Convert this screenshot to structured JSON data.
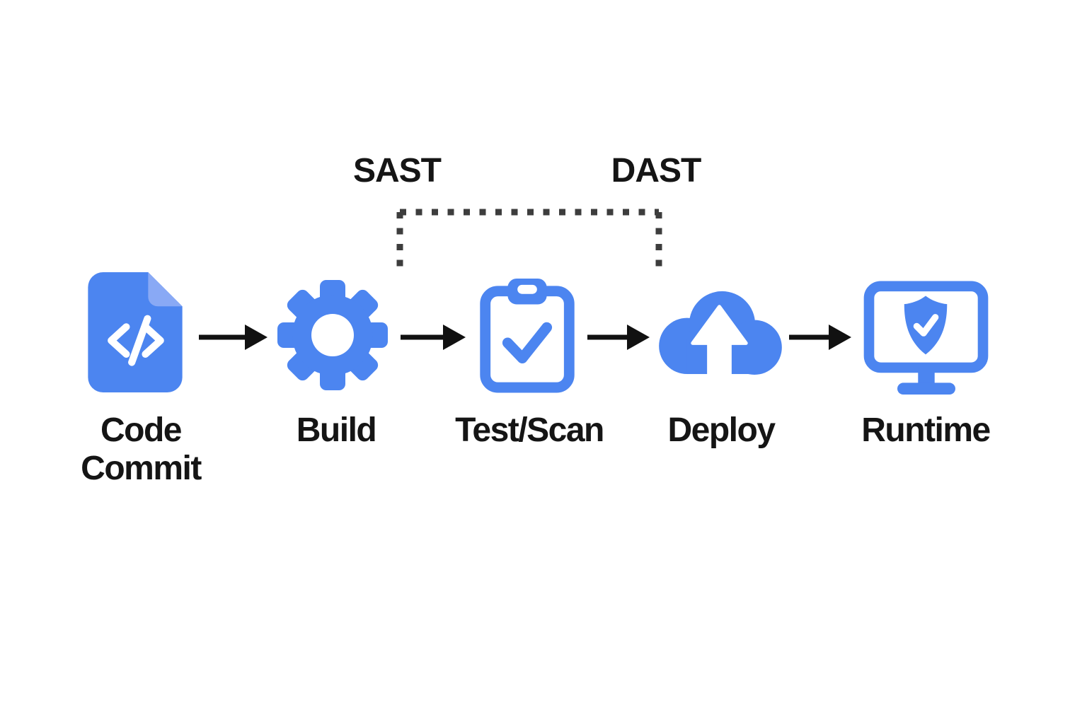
{
  "diagram": {
    "stages": [
      {
        "label": "Code Commit",
        "icon": "code-file-icon"
      },
      {
        "label": "Build",
        "icon": "gear-icon"
      },
      {
        "label": "Test/Scan",
        "icon": "clipboard-check-icon"
      },
      {
        "label": "Deploy",
        "icon": "cloud-upload-icon"
      },
      {
        "label": "Runtime",
        "icon": "monitor-shield-icon"
      }
    ],
    "annotations": [
      {
        "label": "SAST"
      },
      {
        "label": "DAST"
      }
    ],
    "connector_arrow_icon": "arrow-right-icon",
    "bracket_style": "dotted",
    "colors": {
      "icon_blue": "#4C85F0",
      "icon_blue_light": "#89A9F5",
      "arrow_black": "#111111",
      "dotted_gray": "#3D3D3D",
      "text_black": "#151515",
      "background": "#FFFFFF"
    }
  }
}
